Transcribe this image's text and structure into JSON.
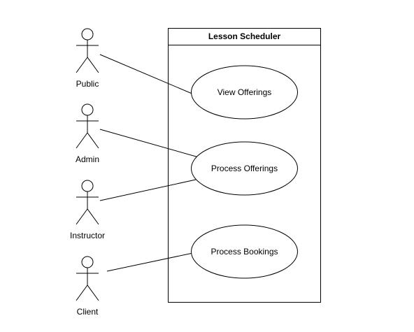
{
  "system": {
    "title": "Lesson Scheduler"
  },
  "actors": [
    {
      "id": "public",
      "label": "Public"
    },
    {
      "id": "admin",
      "label": "Admin"
    },
    {
      "id": "instructor",
      "label": "Instructor"
    },
    {
      "id": "client",
      "label": "Client"
    }
  ],
  "use_cases": [
    {
      "id": "view-offerings",
      "label": "View Offerings"
    },
    {
      "id": "process-offerings",
      "label": "Process Offerings"
    },
    {
      "id": "process-bookings",
      "label": "Process Bookings"
    }
  ],
  "associations": [
    {
      "actor": "public",
      "use_case": "view-offerings"
    },
    {
      "actor": "admin",
      "use_case": "process-offerings"
    },
    {
      "actor": "instructor",
      "use_case": "process-offerings"
    },
    {
      "actor": "client",
      "use_case": "process-bookings"
    }
  ],
  "colors": {
    "stroke": "#000000",
    "fill": "#ffffff"
  }
}
